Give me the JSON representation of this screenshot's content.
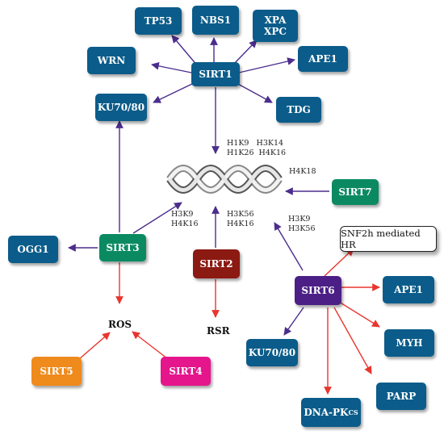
{
  "colors": {
    "blue_node": "#0b5c8a",
    "sirt1": "#0b5c8a",
    "sirt3": "#0b8a62",
    "sirt7": "#0b8a62",
    "sirt2": "#8b1a12",
    "sirt6": "#4b1f86",
    "sirt5": "#ef8a1c",
    "sirt4": "#e5158c",
    "activation_arrow": "#4b2d8c",
    "ros_arrow": "#e8362f"
  },
  "nodes": {
    "sirt1": "SIRT1",
    "tp53": "TP53",
    "nbs1": "NBS1",
    "xpa_xpc_line1": "XPA",
    "xpa_xpc_line2": "XPC",
    "wrn": "WRN",
    "ape1_top": "APE1",
    "ku7080_top": "KU70/80",
    "tdg": "TDG",
    "sirt7": "SIRT7",
    "sirt3": "SIRT3",
    "ogg1": "OGG1",
    "sirt2": "SIRT2",
    "sirt6": "SIRT6",
    "snf2h_hr": "SNF2h mediated HR",
    "ape1_bottom": "APE1",
    "myh": "MYH",
    "parp": "PARP",
    "ku7080_bottom": "KU70/80",
    "dnapk_main": "DNA-PK",
    "dnapk_sub": "CS",
    "ros": "ROS",
    "rsr": "RSR",
    "sirt5": "SIRT5",
    "sirt4": "SIRT4"
  },
  "histone_marks": {
    "sirt1_line1": "H1K9   H3K14",
    "sirt1_line2": "H1K26  H4K16",
    "sirt7": "H4K18",
    "sirt3_line1": "H3K9",
    "sirt3_line2": "H4K16",
    "sirt2_line1": "H3K56",
    "sirt2_line2": "H4K16",
    "sirt6_line1": "H3K9",
    "sirt6_line2": "H3K56"
  }
}
